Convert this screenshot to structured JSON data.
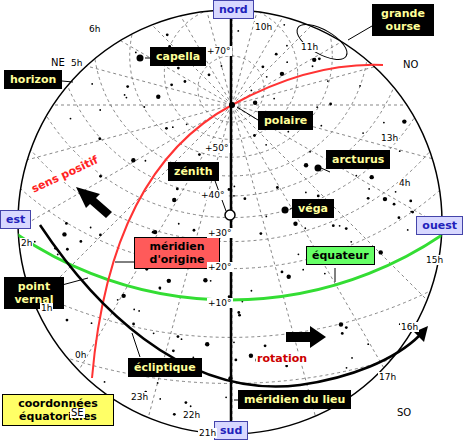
{
  "diagram": {
    "nodes": [
      {
        "text": [
          "nord"
        ]
      },
      {
        "text": [
          "grande ourse"
        ]
      },
      {
        "text": [
          "capella"
        ]
      },
      {
        "text": [
          "horizon"
        ]
      },
      {
        "text": [
          "polaire"
        ]
      },
      {
        "text": [
          "arcturus"
        ]
      },
      {
        "text": [
          "zénith"
        ]
      },
      {
        "text": [
          "est"
        ]
      },
      {
        "text": [
          "véga"
        ]
      },
      {
        "text": [
          "ouest"
        ]
      },
      {
        "text": [
          "méridien d'origine"
        ]
      },
      {
        "text": [
          "équateur"
        ]
      },
      {
        "text": [
          "point vernal"
        ]
      },
      {
        "text": [
          "écliptique"
        ]
      },
      {
        "text": [
          "méridien du lieu"
        ]
      },
      {
        "text": [
          "coordonnées équatoriales"
        ]
      },
      {
        "text": [
          "sud"
        ]
      }
    ],
    "labels": [
      "NE",
      "5h",
      "6h",
      "10h",
      "11h",
      "NO",
      "13h",
      "4h",
      "15h",
      "16h",
      "17h",
      "SO",
      "21h",
      "22h",
      "23h",
      "SE",
      "0h",
      "1h",
      "2h",
      "+70°",
      "+50°",
      "+40°",
      "+30°",
      "+20°",
      "+10°",
      "sens positif",
      "rotation"
    ]
  }
}
